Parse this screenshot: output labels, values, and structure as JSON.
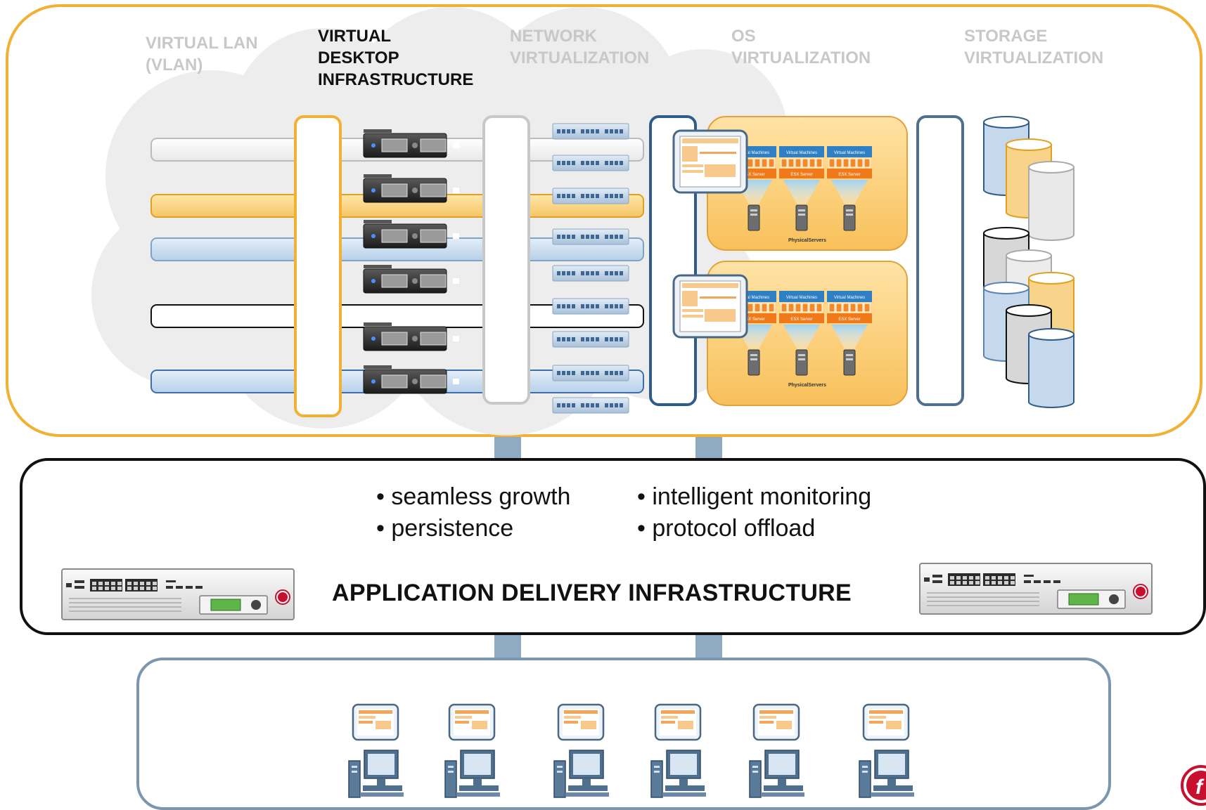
{
  "columns": [
    {
      "label": "VIRTUAL LAN\n(VLAN)",
      "active": false
    },
    {
      "label": "VIRTUAL\nDESKTOP\nINFRASTRUCTURE",
      "active": true
    },
    {
      "label": "NETWORK\nVIRTUALIZATION",
      "active": false
    },
    {
      "label": "OS\nVIRTUALIZATION",
      "active": false
    },
    {
      "label": "STORAGE\nVIRTUALIZATION",
      "active": false
    }
  ],
  "vm_panels": {
    "vm_label": "Virtual Machines",
    "server_label": "ESX Server",
    "physical_label": "PhysicalServers"
  },
  "adi": {
    "bullets": [
      "• seamless growth",
      "• persistence",
      "• intelligent monitoring",
      "• protocol offload"
    ],
    "title": "APPLICATION DELIVERY INFRASTRUCTURE"
  },
  "colors": {
    "orange": "#f0b135",
    "steel": "#4f6f8f",
    "light_blue": "#c6d9ec",
    "connector": "#8eabc3",
    "f5_red": "#c8102e"
  },
  "icons": {
    "f5_device": "f5-appliance-icon",
    "client": "client-computer-icon",
    "storage": "storage-cylinder-icon"
  }
}
